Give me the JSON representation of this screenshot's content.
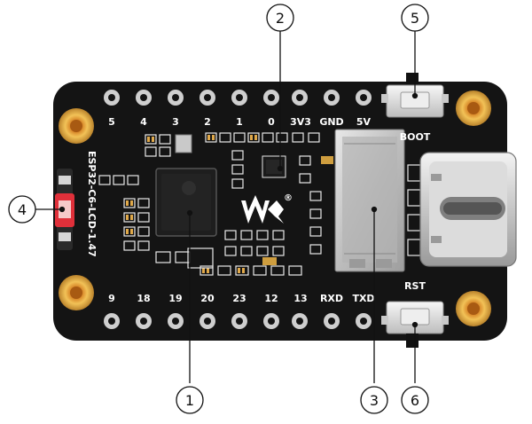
{
  "board": {
    "model_label": "ESP32-C6-LCD-1.47",
    "button_top_label": "BOOT",
    "button_bottom_label": "RST",
    "top_pins": [
      "5",
      "4",
      "3",
      "2",
      "1",
      "0",
      "3V3",
      "GND",
      "5V"
    ],
    "bottom_pins": [
      "9",
      "18",
      "19",
      "20",
      "23",
      "12",
      "13",
      "RXD",
      "TXD"
    ],
    "logo_mark": "®"
  },
  "callouts": [
    {
      "id": "c1",
      "number": "1"
    },
    {
      "id": "c2",
      "number": "2"
    },
    {
      "id": "c3",
      "number": "3"
    },
    {
      "id": "c4",
      "number": "4"
    },
    {
      "id": "c5",
      "number": "5"
    },
    {
      "id": "c6",
      "number": "6"
    }
  ],
  "colors": {
    "pcb": "#141414",
    "gold": "#d8a437",
    "pad_copper": "#e0a94a",
    "silver": "#c9c9c9",
    "led_red": "#e0303a"
  }
}
